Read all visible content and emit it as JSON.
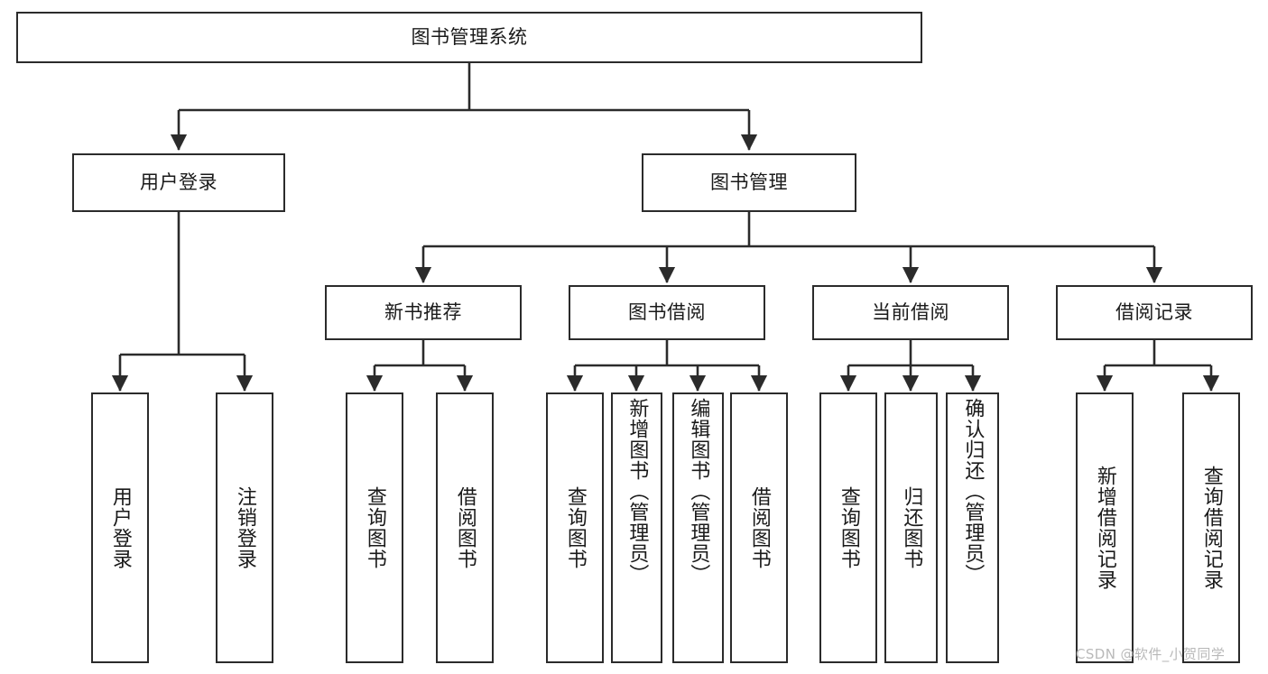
{
  "diagram": {
    "type": "tree-hierarchy",
    "orientation": "top-down",
    "title": "图书管理系统",
    "line_color": "#2b2b2b",
    "box_fill": "#ffffff",
    "text_color": "#1a1a1a",
    "root": {
      "label": "图书管理系统"
    },
    "level1": [
      {
        "label": "用户登录"
      },
      {
        "label": "图书管理"
      }
    ],
    "level2": [
      {
        "label": "新书推荐"
      },
      {
        "label": "图书借阅"
      },
      {
        "label": "当前借阅"
      },
      {
        "label": "借阅记录"
      }
    ],
    "leaves": {
      "user_login": [
        {
          "label": "用户登录"
        },
        {
          "label": "注销登录"
        }
      ],
      "new_book_recommend": [
        {
          "label": "查询图书"
        },
        {
          "label": "借阅图书"
        }
      ],
      "book_borrow": [
        {
          "label": "查询图书"
        },
        {
          "label": "新增图书（管理员）"
        },
        {
          "label": "编辑图书（管理员）"
        },
        {
          "label": "借阅图书"
        }
      ],
      "current_borrow": [
        {
          "label": "查询图书"
        },
        {
          "label": "归还图书"
        },
        {
          "label": "确认归还（管理员）"
        }
      ],
      "borrow_record": [
        {
          "label": "新增借阅记录"
        },
        {
          "label": "查询借阅记录"
        }
      ]
    }
  },
  "watermark": {
    "text": "CSDN @软件_小贺同学"
  }
}
